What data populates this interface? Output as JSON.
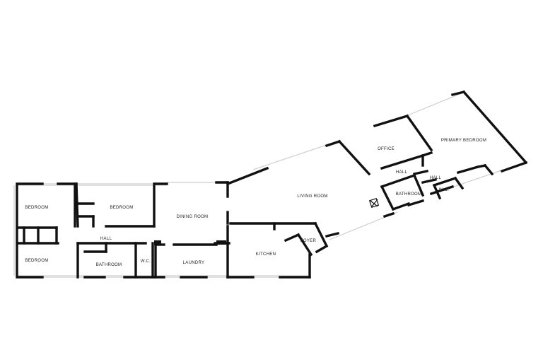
{
  "rooms": {
    "bedroom_top": "BEDROOM",
    "bedroom_mid": "BEDROOM",
    "bedroom_bottom": "BEDROOM",
    "hall_left": "HALL",
    "bathroom_left": "BATHROOM",
    "wc_left": "W.C.",
    "dining_room": "DINING ROOM",
    "laundry": "LAUNDRY",
    "kitchen": "KITCHEN",
    "foyer": "FOYER",
    "living_room": "LIVING ROOM",
    "office": "OFFICE",
    "primary_bedroom": "PRIMARY BEDROOM",
    "hall_upper": "HALL",
    "hall_lower": "HALL",
    "bathroom_right": "BATHROOM",
    "wc_right": "W.C."
  }
}
